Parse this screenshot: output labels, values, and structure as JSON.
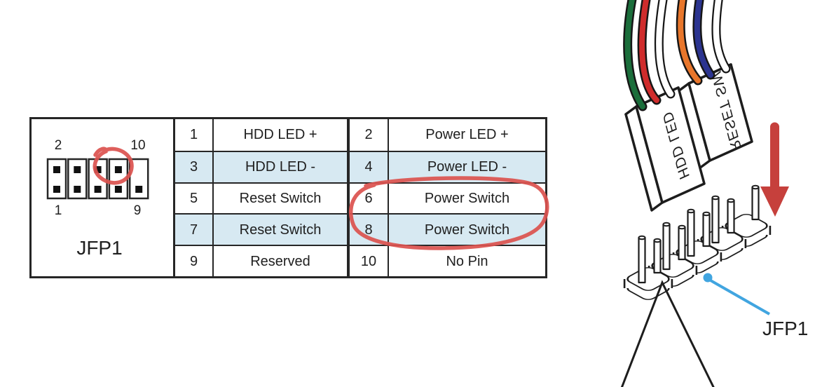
{
  "left_panel": {
    "connector_label": "JFP1",
    "pin_grid": {
      "top_left": "2",
      "top_right": "10",
      "bottom_left": "1",
      "bottom_right": "9"
    }
  },
  "table": {
    "rows": [
      {
        "pin_a": "1",
        "func_a": "HDD LED +",
        "pin_b": "2",
        "func_b": "Power LED +"
      },
      {
        "pin_a": "3",
        "func_a": "HDD LED -",
        "pin_b": "4",
        "func_b": "Power LED -"
      },
      {
        "pin_a": "5",
        "func_a": "Reset Switch",
        "pin_b": "6",
        "func_b": "Power Switch"
      },
      {
        "pin_a": "7",
        "func_a": "Reset Switch",
        "pin_b": "8",
        "func_b": "Power Switch"
      },
      {
        "pin_a": "9",
        "func_a": "Reserved",
        "pin_b": "10",
        "func_b": "No Pin"
      }
    ]
  },
  "illustration": {
    "plug_left_label": "HDD LED",
    "plug_right_label": "RESET SW",
    "header_label": "JFP1",
    "wire_colors": [
      "#1b6e3b",
      "#cf2c2c",
      "#ffffff",
      "#e8762b",
      "#2b3490",
      "#ffffff"
    ]
  },
  "colors": {
    "highlight_row": "#d7e9f2",
    "annotation_red": "#db5350",
    "arrow_red": "#c6403c",
    "callout_blue": "#41a5e0",
    "line_black": "#262626"
  }
}
